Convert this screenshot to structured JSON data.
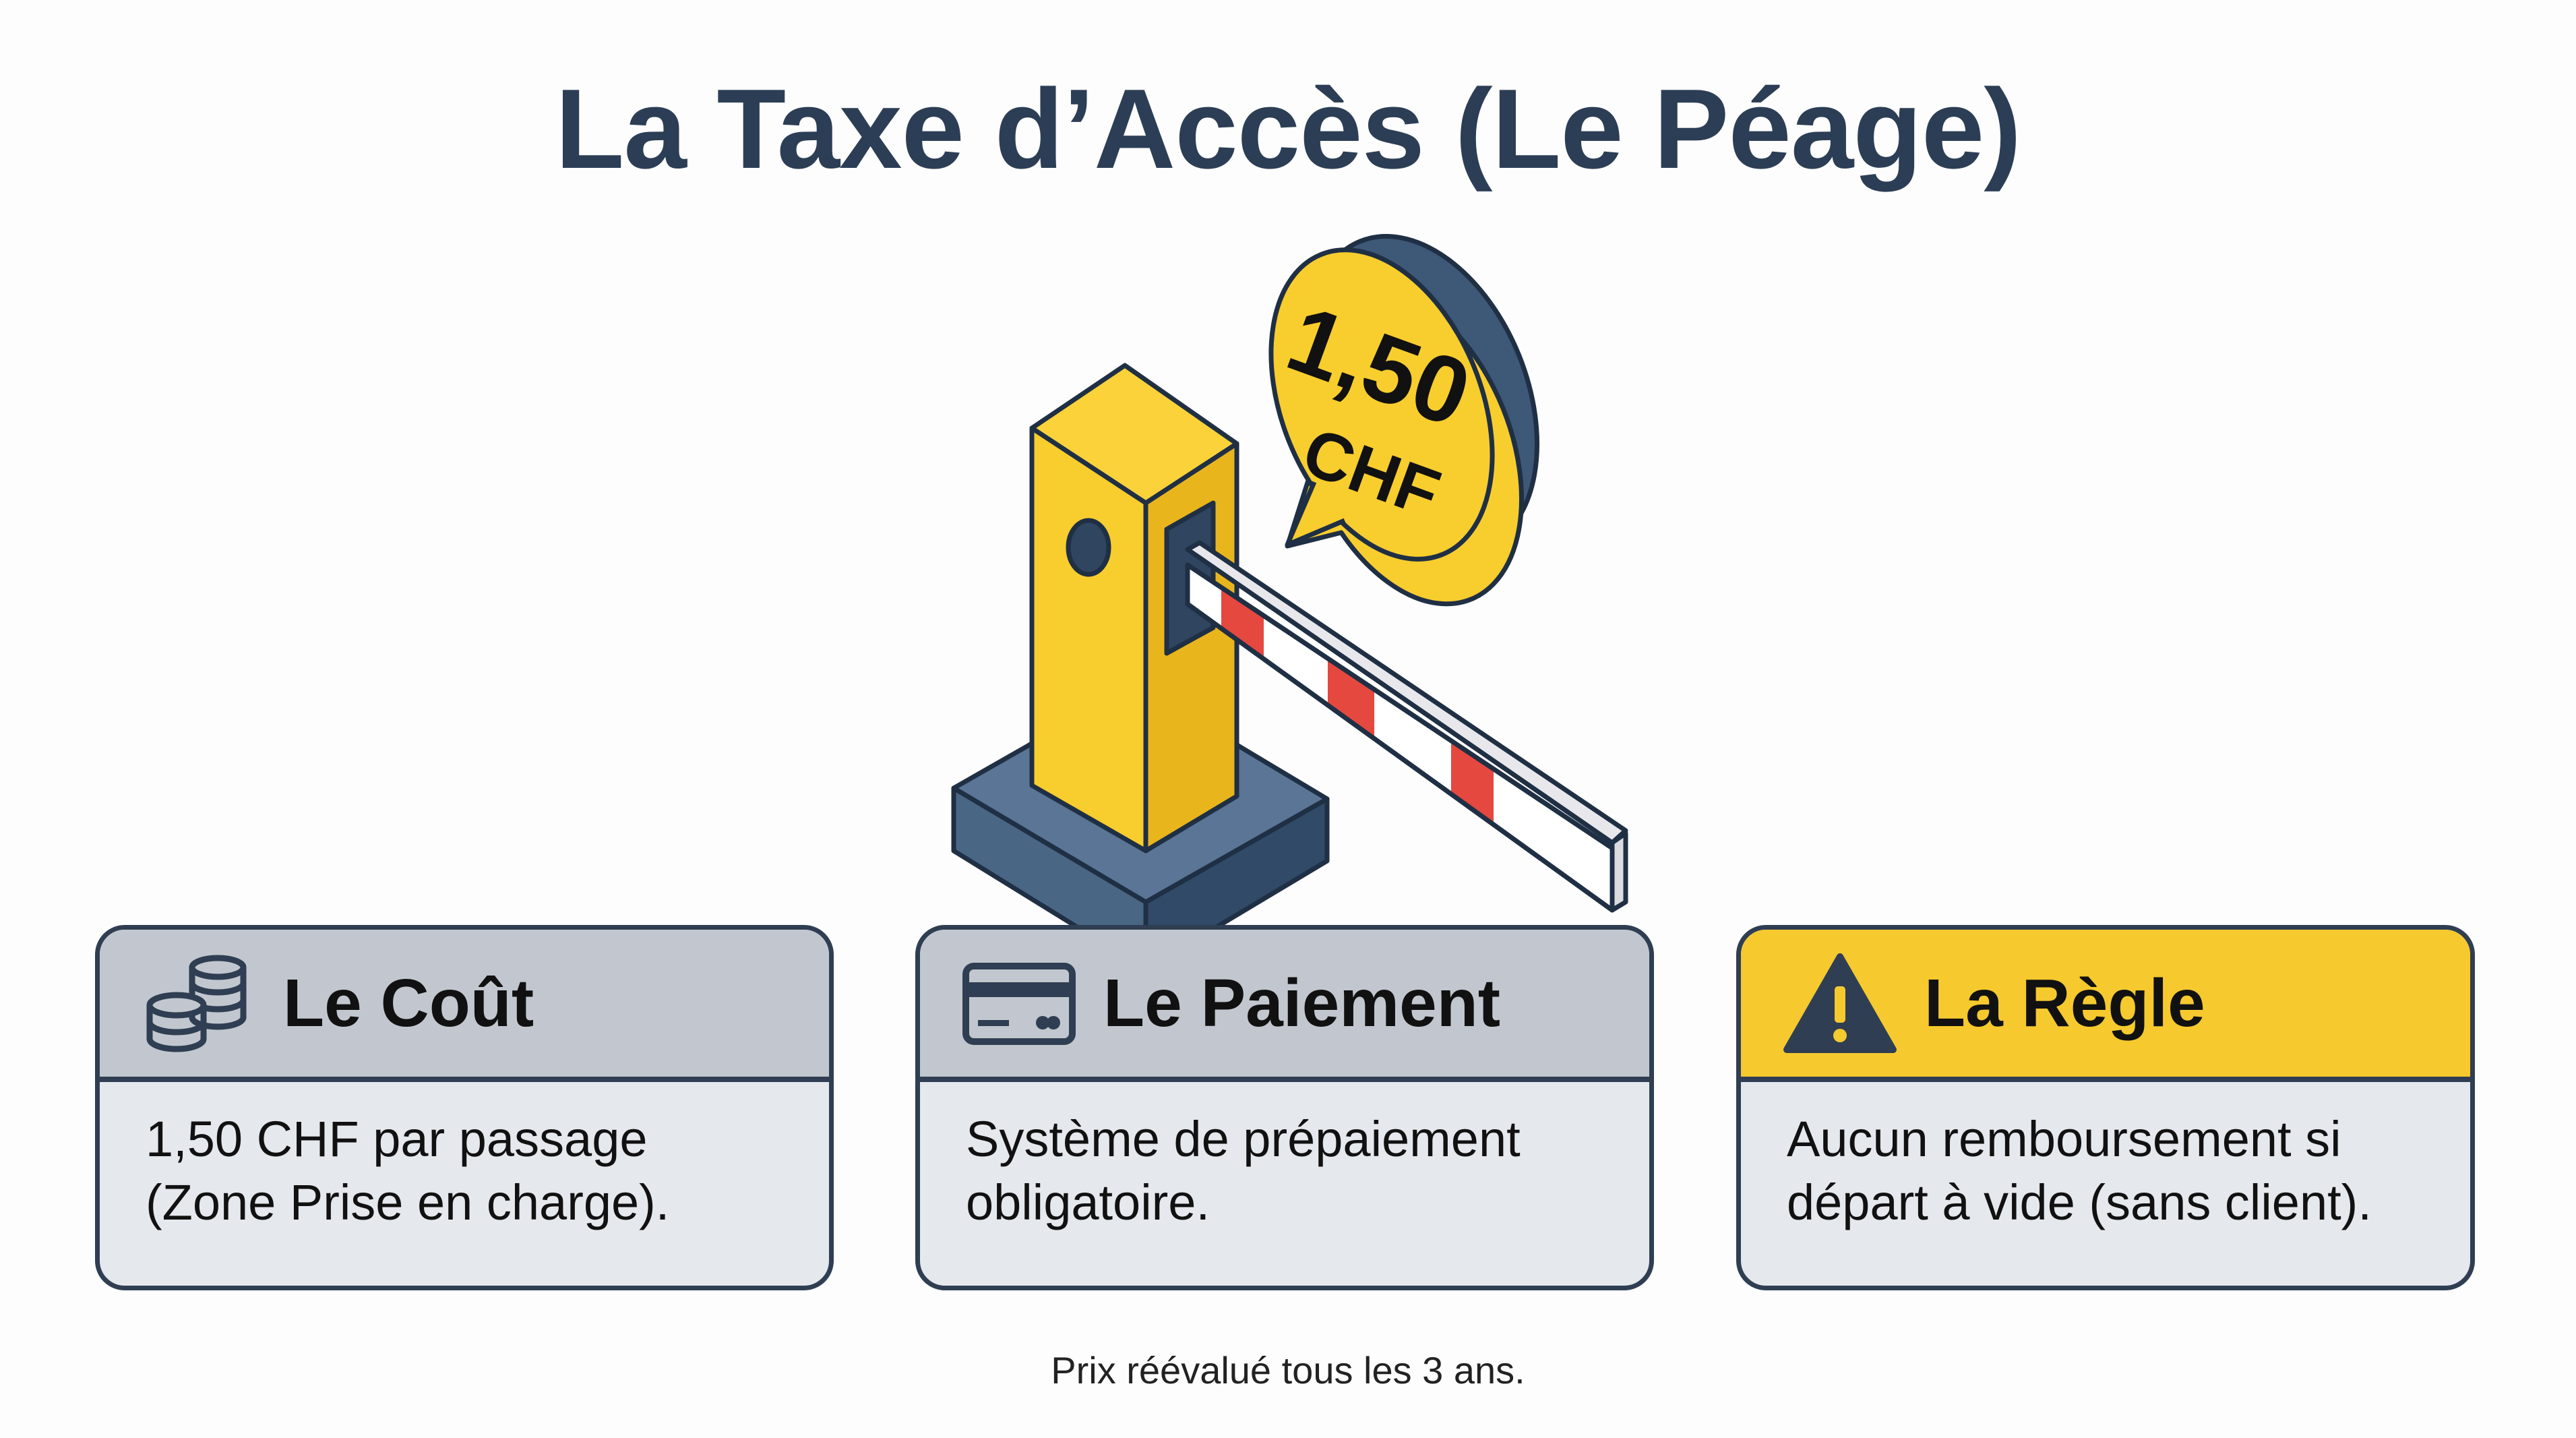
{
  "title": "La Taxe d’Accès (Le Péage)",
  "illustration": {
    "bubble_amount": "1,50",
    "bubble_currency": "CHF",
    "colors": {
      "yellow": "#f6c92e",
      "navy": "#2f4560",
      "red": "#e5483f"
    }
  },
  "cards": [
    {
      "icon": "coins-icon",
      "title": "Le Coût",
      "body_line1": "1,50 CHF par passage",
      "body_line2": "(Zone Prise en charge)."
    },
    {
      "icon": "credit-card-icon",
      "title": "Le Paiement",
      "body_line1": "Système de prépaiement",
      "body_line2": "obligatoire."
    },
    {
      "icon": "warning-icon",
      "title": "La Règle",
      "body_line1": "Aucun remboursement si",
      "body_line2": "départ à vide (sans client)."
    }
  ],
  "footer": "Prix réévalué tous les 3 ans."
}
